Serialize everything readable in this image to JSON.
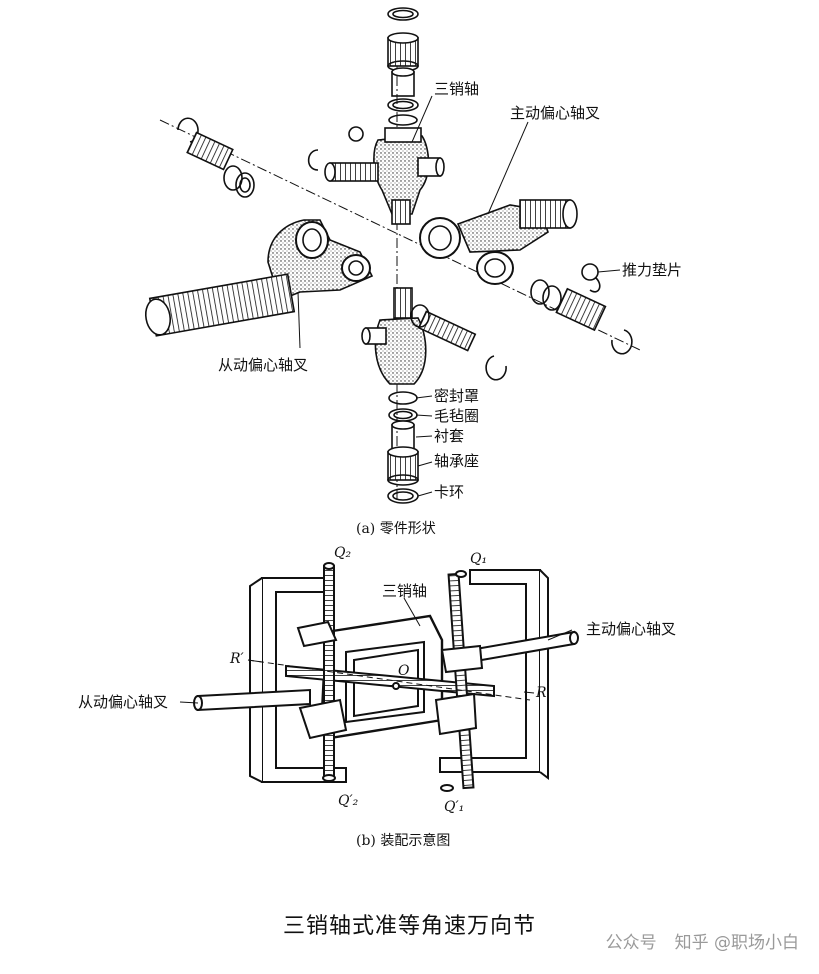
{
  "partA": {
    "caption": "(a) 零件形状",
    "labels": {
      "tripod_shaft": "三销轴",
      "driving_yoke": "主动偏心轴叉",
      "thrust_washer": "推力垫片",
      "driven_yoke": "从动偏心轴叉",
      "seal_cover": "密封罩",
      "felt_ring": "毛毡圈",
      "bushing": "衬套",
      "bearing_seat": "轴承座",
      "snap_ring": "卡环"
    }
  },
  "partB": {
    "caption": "(b) 装配示意图",
    "labels": {
      "tripod_shaft": "三销轴",
      "driving_yoke": "主动偏心轴叉",
      "driven_yoke": "从动偏心轴叉"
    },
    "symbols": {
      "Q2": "Q₂",
      "Q1": "Q₁",
      "Q2p": "Q′₂",
      "Q1p": "Q′₁",
      "R": "R",
      "Rp": "R′",
      "O": "O"
    }
  },
  "title": "三销轴式准等角速万向节",
  "watermark": {
    "left": "公众号",
    "right": "知乎 @职场小白"
  }
}
